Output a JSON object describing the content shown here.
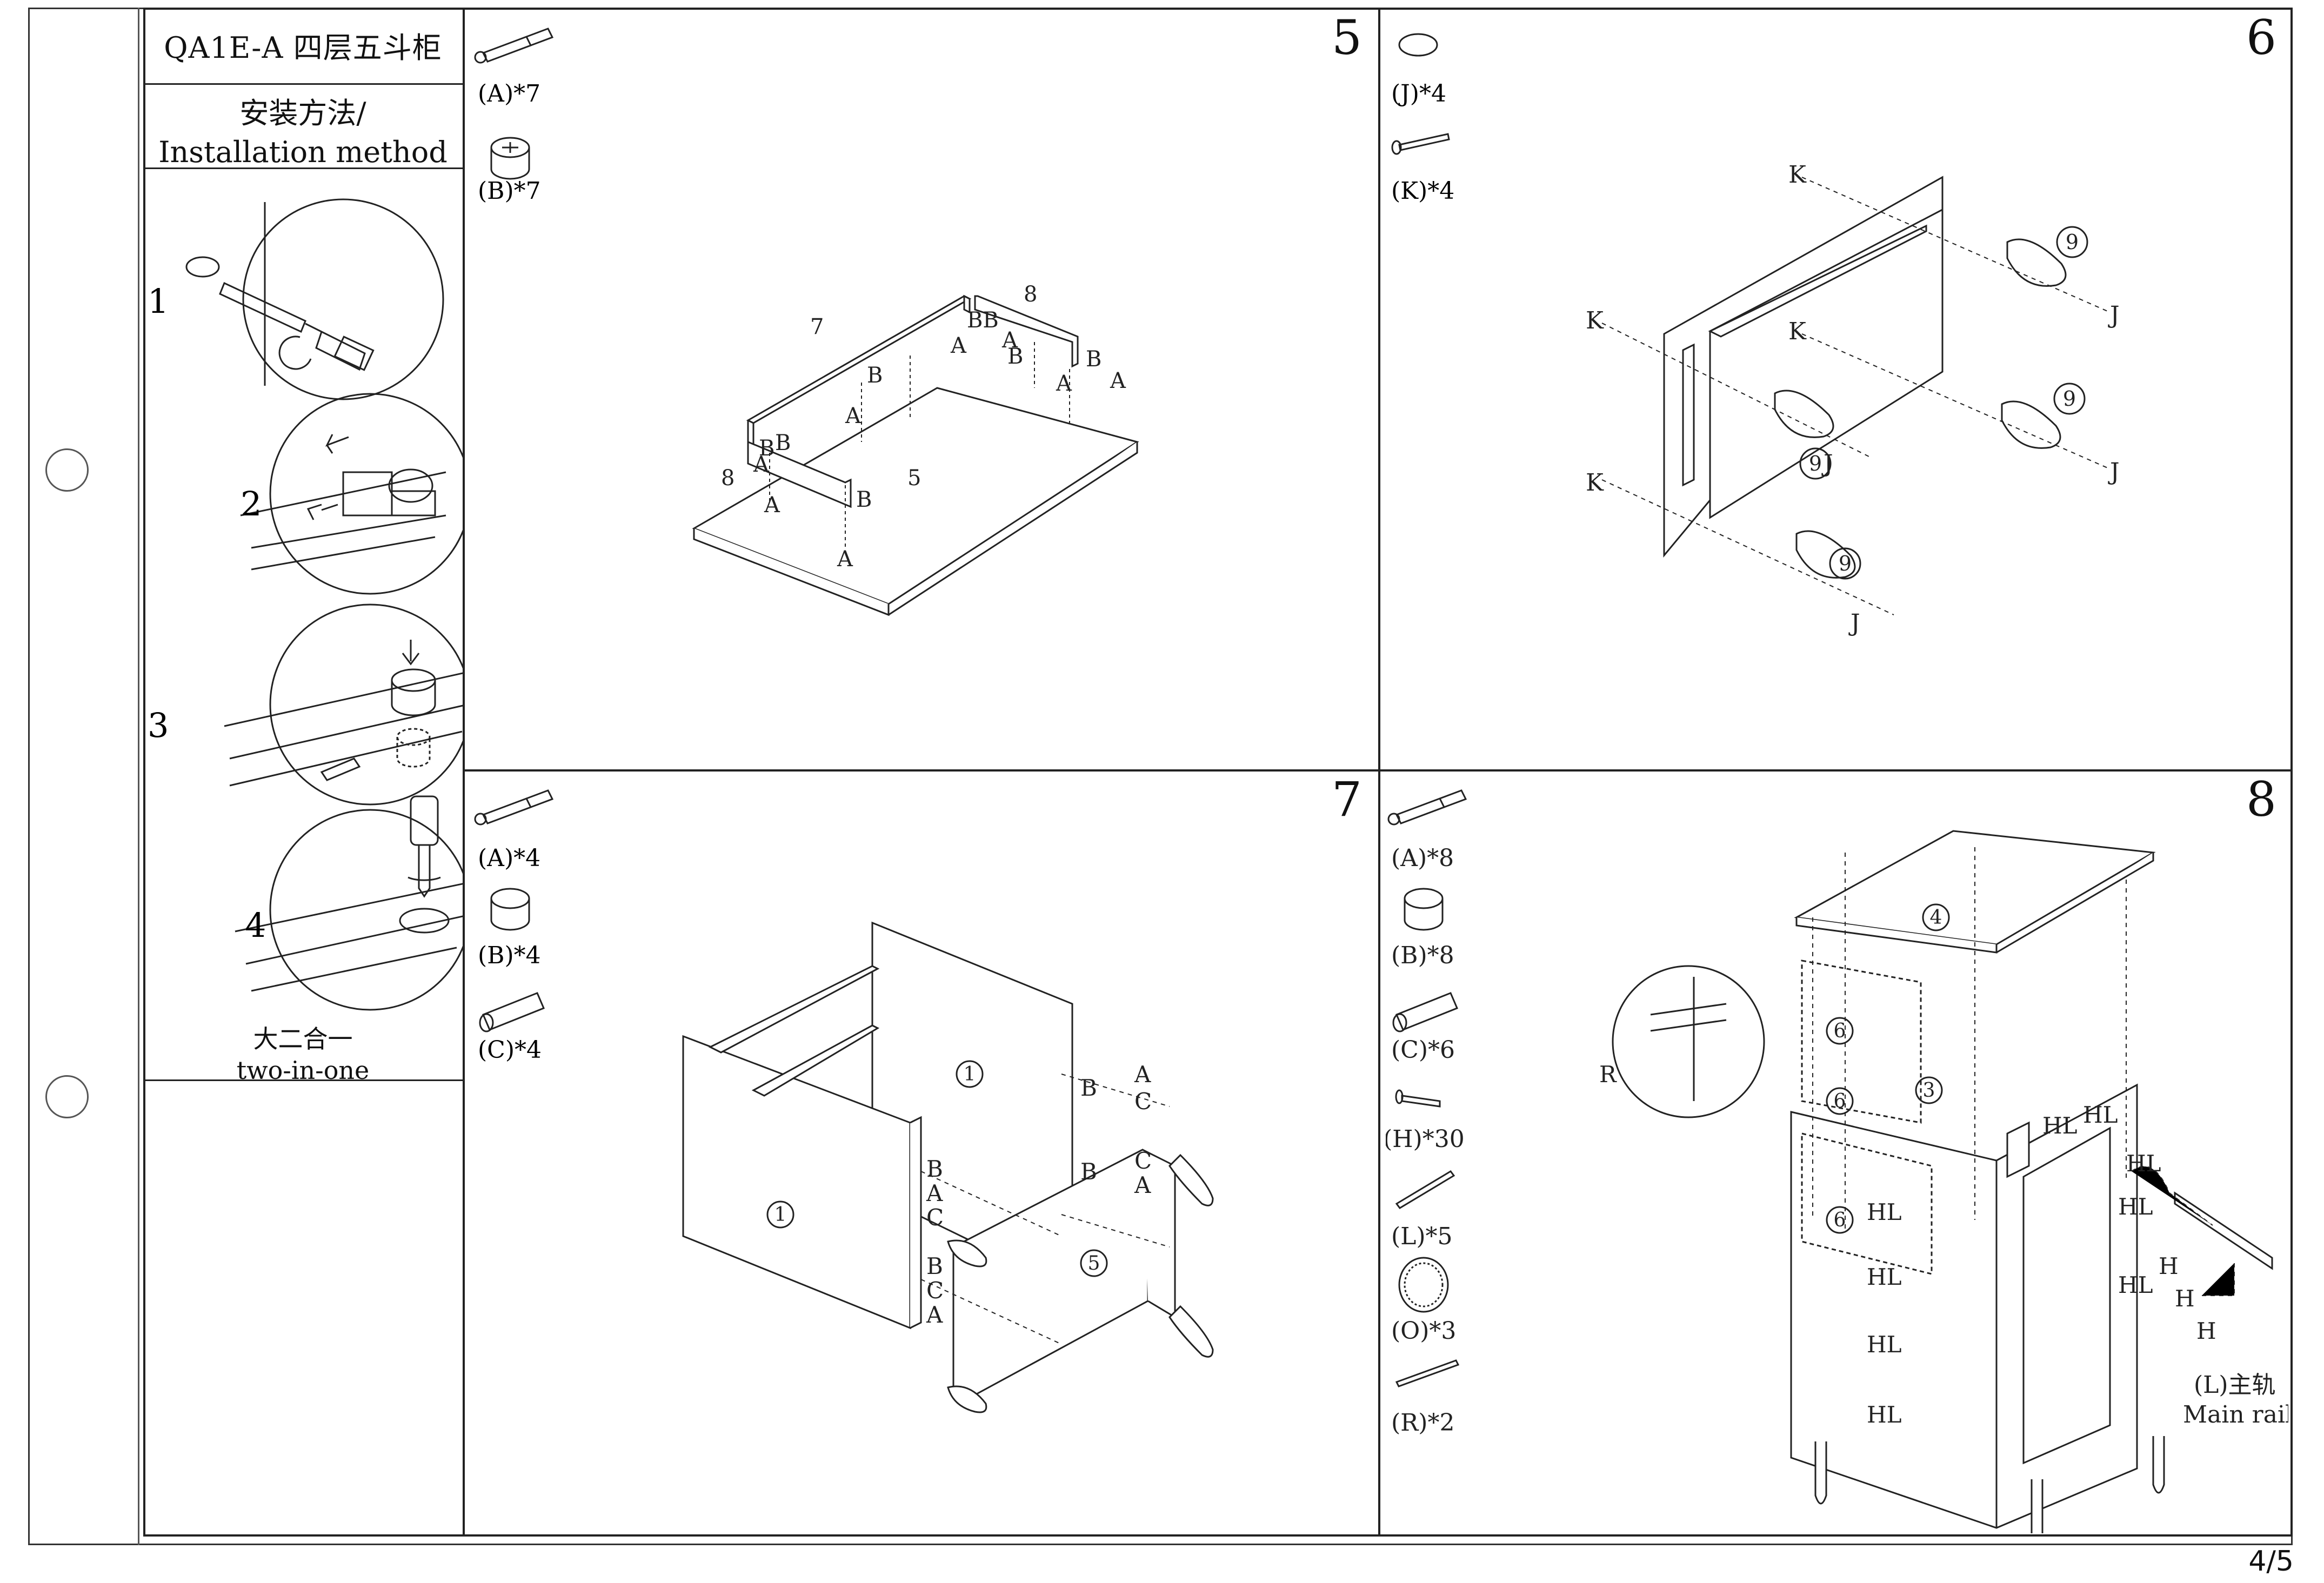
{
  "header": {
    "model_title": "QA1E-A 四层五斗柜"
  },
  "sidebar": {
    "method_cn": "安装方法/",
    "method_en": "Installation method",
    "steps": [
      "1",
      "2",
      "3",
      "4"
    ],
    "caption_cn": "大二合一",
    "caption_en": "two-in-one"
  },
  "panels": {
    "step5": {
      "number": "5",
      "parts": [
        {
          "qty": "(A)*7",
          "icon": "cam-bolt-icon"
        },
        {
          "qty": "(B)*7",
          "icon": "cam-lock-icon"
        }
      ],
      "labels": [
        "7",
        "8",
        "8",
        "5",
        "A",
        "B",
        "BB",
        "A",
        "B",
        "A",
        "A",
        "B",
        "B",
        "B",
        "A",
        "A",
        "A",
        "A",
        "B"
      ]
    },
    "step6": {
      "number": "6",
      "parts": [
        {
          "qty": "(J)*4",
          "icon": "washer-icon"
        },
        {
          "qty": "(K)*4",
          "icon": "screw-icon"
        }
      ],
      "labels": [
        "K",
        "K",
        "K",
        "K",
        "J",
        "J",
        "J",
        "J",
        "9",
        "9",
        "9",
        "9"
      ]
    },
    "step7": {
      "number": "7",
      "parts": [
        {
          "qty": "(A)*4",
          "icon": "cam-bolt-icon"
        },
        {
          "qty": "(B)*4",
          "icon": "cam-lock-icon"
        },
        {
          "qty": "(C)*4",
          "icon": "dowel-icon"
        }
      ],
      "labels": [
        "1",
        "1",
        "5",
        "B",
        "A",
        "C",
        "B",
        "C",
        "A",
        "B",
        "A",
        "C",
        "B",
        "C",
        "A"
      ]
    },
    "step8": {
      "number": "8",
      "parts": [
        {
          "qty": "(A)*8",
          "icon": "cam-bolt-icon"
        },
        {
          "qty": "(B)*8",
          "icon": "cam-lock-icon"
        },
        {
          "qty": "(C)*6",
          "icon": "dowel-icon"
        },
        {
          "qty": "(H)*30",
          "icon": "screw-icon"
        },
        {
          "qty": "(L)*5",
          "icon": "drawer-rail-icon"
        },
        {
          "qty": "(O)*3",
          "icon": "felt-pad-icon"
        },
        {
          "qty": "(R)*2",
          "icon": "strip-icon"
        }
      ],
      "labels": [
        "4",
        "6",
        "6",
        "6",
        "3",
        "R",
        "HL",
        "HL",
        "HL",
        "HL",
        "HL",
        "HL",
        "HL",
        "HL",
        "HL",
        "H",
        "H",
        "H"
      ],
      "rail_cn": "(L)主轨",
      "rail_en": "Main rail"
    }
  },
  "footer": {
    "page": "4/5"
  }
}
